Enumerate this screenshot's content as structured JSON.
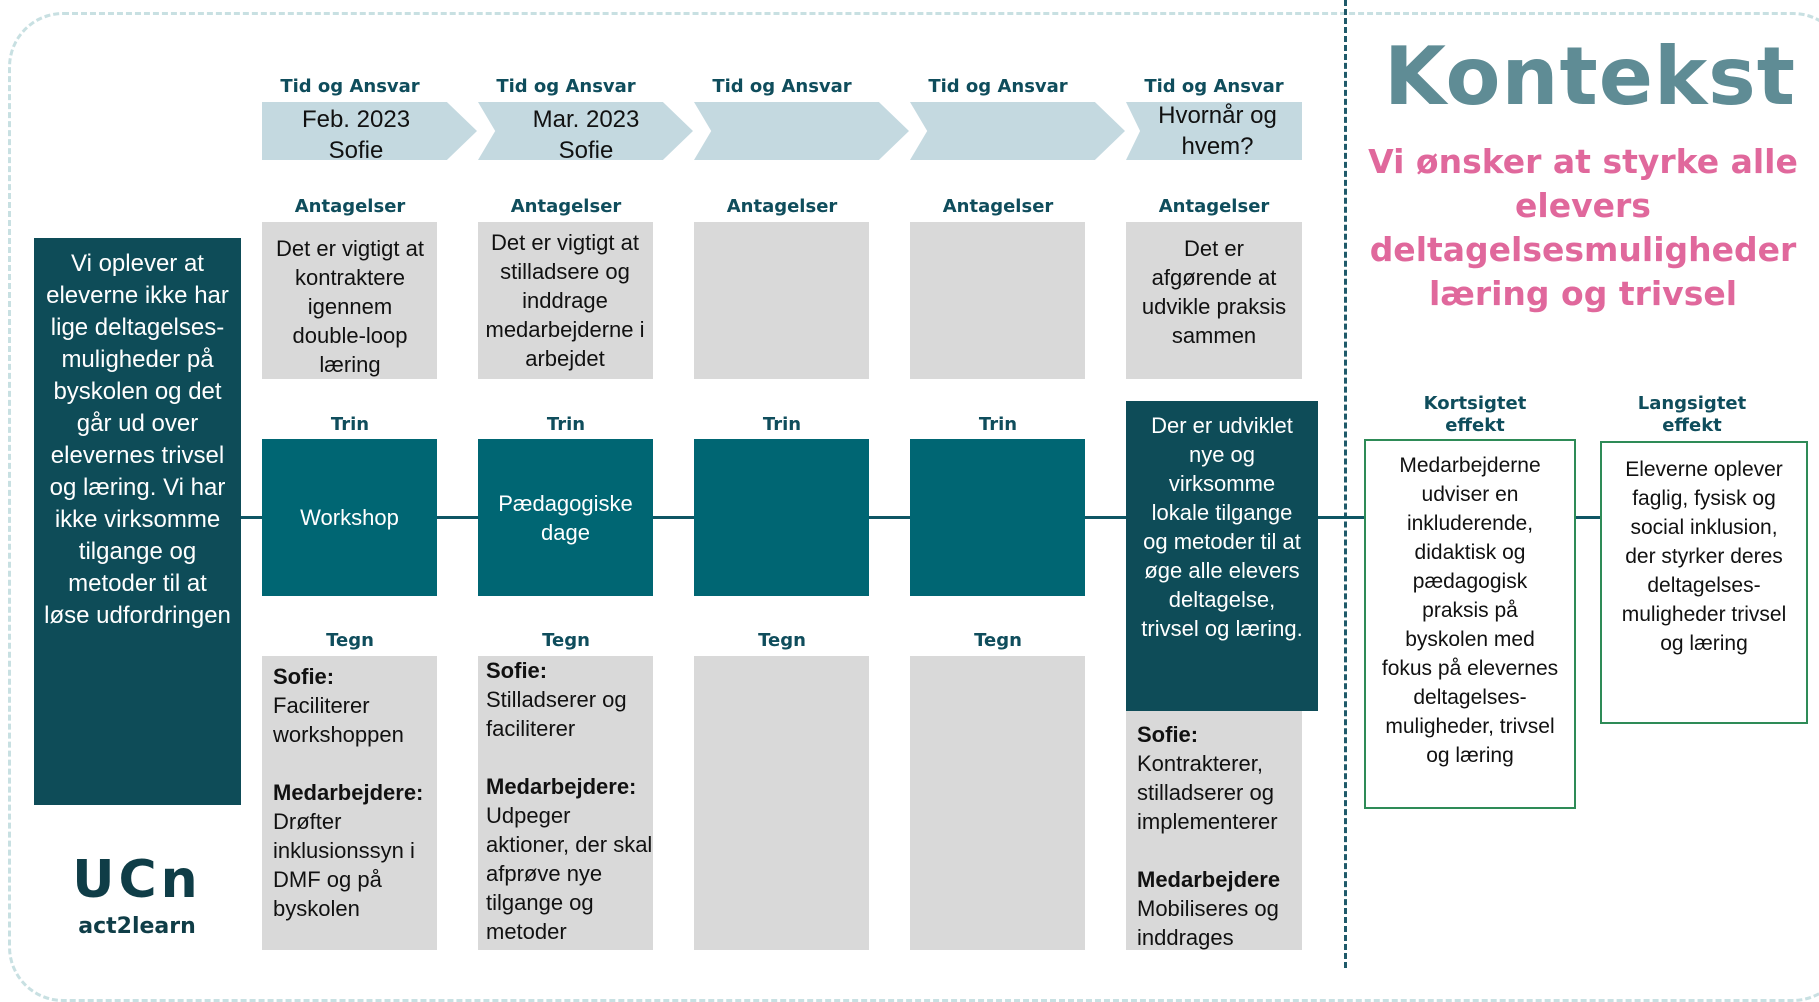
{
  "problem": "Vi oplever at eleverne ikke har lige deltagelses-muligheder på byskolen og det går ud over elevernes trivsel og læring. Vi har ikke virksomme tilgange og metoder til at løse udfordringen",
  "labels": {
    "tid": "Tid og Ansvar",
    "antagelser": "Antagelser",
    "trin": "Trin",
    "tegn": "Tegn"
  },
  "columns": [
    {
      "tid_line1": "Feb. 2023",
      "tid_line2": "Sofie",
      "antagelse": "Det er vigtigt at kontraktere igennem double-loop læring",
      "trin": "Workshop",
      "tegn": [
        {
          "who": "Sofie:",
          "what": "Faciliterer workshoppen"
        },
        {
          "who": "Medarbejdere:",
          "what": "Drøfter inklusionssyn i DMF og på byskolen"
        }
      ]
    },
    {
      "tid_line1": "Mar. 2023",
      "tid_line2": "Sofie",
      "antagelse": "Det er vigtigt at stilladsere og inddrage medarbejderne i arbejdet",
      "trin": "Pædagogiske dage",
      "tegn": [
        {
          "who": "Sofie:",
          "what": "Stilladserer og faciliterer"
        },
        {
          "who": "Medarbejdere:",
          "what": "Udpeger aktioner, der skal afprøve nye tilgange og metoder"
        }
      ]
    },
    {
      "tid_line1": "",
      "tid_line2": "",
      "antagelse": "",
      "trin": "",
      "tegn": []
    },
    {
      "tid_line1": "",
      "tid_line2": "",
      "antagelse": "",
      "trin": "",
      "tegn": []
    },
    {
      "tid_line1": "Hvornår og",
      "tid_line2": "hvem?",
      "antagelse": "Det er afgørende at udvikle praksis sammen",
      "trin": "",
      "tegn": [
        {
          "who": "Sofie:",
          "what": "Kontrakterer, stilladserer og implementerer"
        },
        {
          "who": "Medarbejdere",
          "what": "Mobiliseres og inddrages"
        }
      ]
    }
  ],
  "outcome": "Der er udviklet nye og virksomme lokale tilgange og metoder til at øge alle elevers deltagelse, trivsel og læring.",
  "kontekst": {
    "title": "Kontekst",
    "subtitle": "Vi ønsker at styrke alle elevers deltagelsesmuligheder læring og trivsel"
  },
  "effects": {
    "short_label": "Kortsigtet effekt",
    "short_text": "Medarbejderne udviser en inkluderende, didaktisk og pædagogisk praksis på byskolen med fokus på elevernes deltagelses-muligheder, trivsel og læring",
    "long_label": "Langsigtet effekt",
    "long_text": "Eleverne oplever faglig, fysisk og social inklusion, der styrker deres deltagelses-muligheder trivsel og læring"
  },
  "logo": {
    "mark": "UCn",
    "sub": "act2learn"
  },
  "colors": {
    "dark_teal": "#0e4c58",
    "teal": "#006673",
    "chevron": "#c4d9e0",
    "grey_box": "#d9d9d9",
    "title": "#5f8c95",
    "pink": "#e0689c",
    "green_border": "#2e8b57"
  }
}
